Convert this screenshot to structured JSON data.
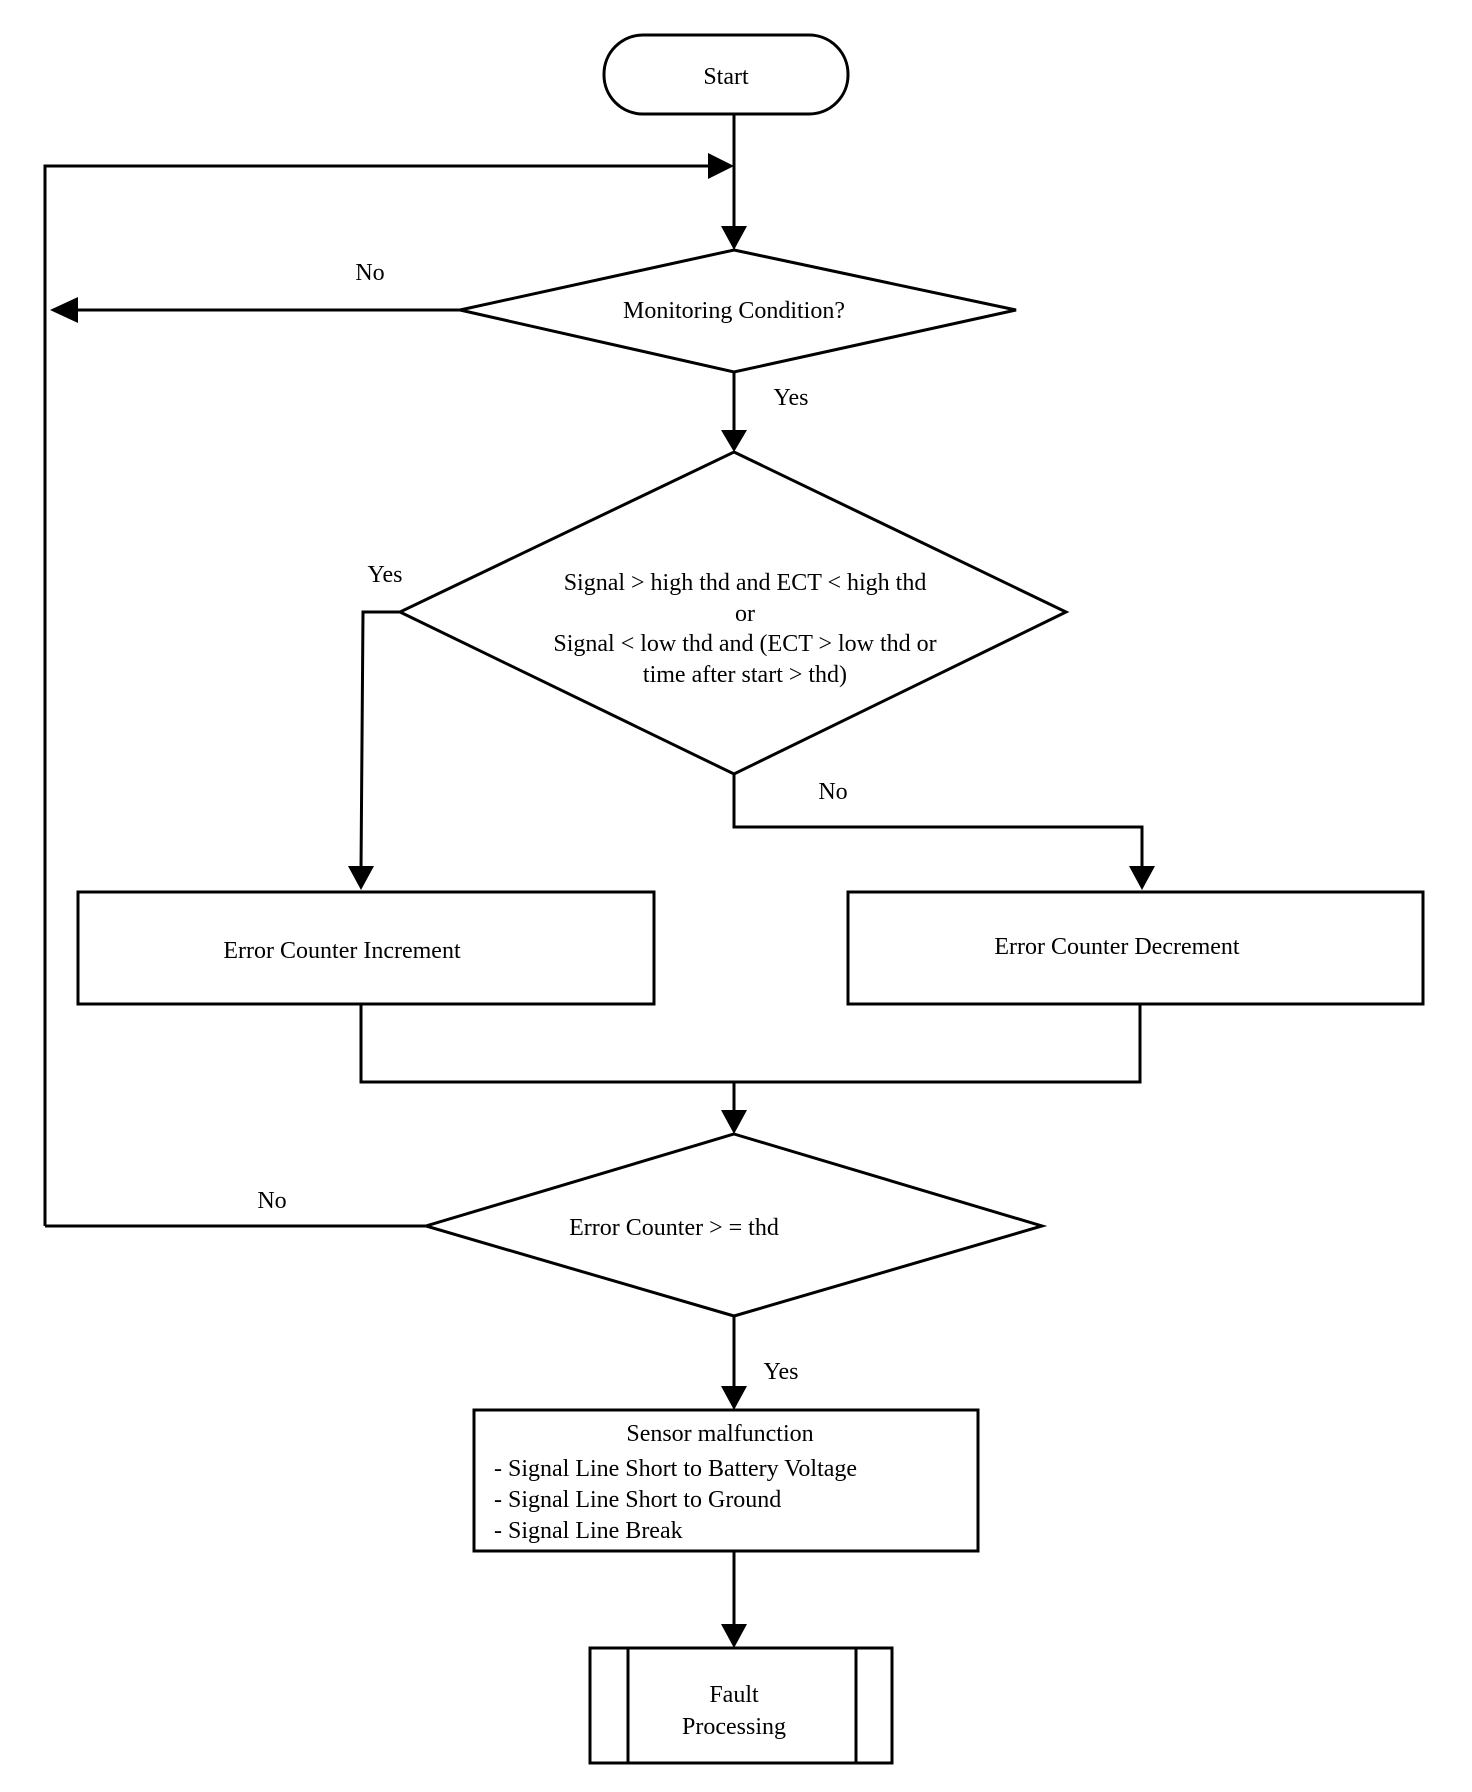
{
  "nodes": {
    "start": "Start",
    "monitoring": "Monitoring Condition?",
    "signal_check": {
      "line1": "Signal > high thd and ECT < high thd",
      "line2": "or",
      "line3": "Signal < low thd and (ECT > low thd or",
      "line4": "time after start > thd)"
    },
    "increment": "Error Counter Increment",
    "decrement": "Error Counter Decrement",
    "counter_check": "Error Counter > = thd",
    "malfunction": {
      "title": "Sensor malfunction",
      "item1": "- Signal Line Short to Battery Voltage",
      "item2": "- Signal Line Short to Ground",
      "item3": "- Signal Line Break"
    },
    "fault": {
      "line1": "Fault",
      "line2": "Processing"
    }
  },
  "edges": {
    "monitoring_no": "No",
    "monitoring_yes": "Yes",
    "signal_yes": "Yes",
    "signal_no": "No",
    "counter_no": "No",
    "counter_yes": "Yes"
  }
}
